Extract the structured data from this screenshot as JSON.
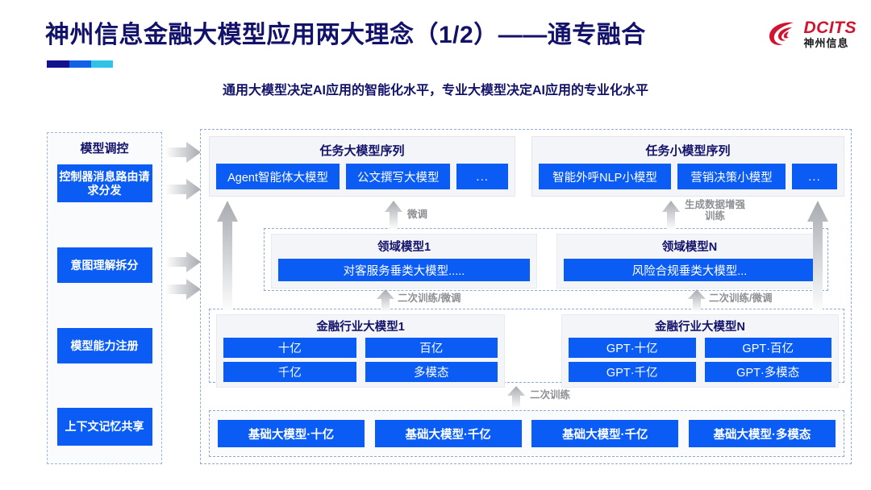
{
  "header": {
    "title": "神州信息金融大模型应用两大理念（1/2）——通专融合",
    "subtitle": "通用大模型决定AI应用的智能化水平，专业大模型决定AI应用的专业化水平",
    "logo_en": "DCITS",
    "logo_cn": "神州信息",
    "accent_colors": [
      "#12128f",
      "#1262e8",
      "#2ec4e8"
    ],
    "title_color": "#13126b"
  },
  "sidebar": {
    "title": "模型调控",
    "items": [
      {
        "label": "控制器消息路由请求分发"
      },
      {
        "label": "意图理解拆分"
      },
      {
        "label": "模型能力注册"
      },
      {
        "label": "上下文记忆共享"
      }
    ]
  },
  "task_series": [
    {
      "title": "任务大模型序列",
      "chips": [
        "Agent智能体大模型",
        "公文撰写大模型",
        "..."
      ]
    },
    {
      "title": "任务小模型序列",
      "chips": [
        "智能外呼NLP小模型",
        "营销决策小模型",
        "..."
      ]
    }
  ],
  "domain_models": [
    {
      "title": "领域模型1",
      "chip": "对客服务垂类大模型....."
    },
    {
      "title": "领域模型N",
      "chip": "风险合规垂类大模型..."
    }
  ],
  "industry_models": [
    {
      "title": "金融行业大模型1",
      "chips": [
        "十亿",
        "百亿",
        "千亿",
        "多模态"
      ]
    },
    {
      "title": "金融行业大模型N",
      "chips": [
        "GPT·十亿",
        "GPT·百亿",
        "GPT·千亿",
        "GPT·多模态"
      ]
    }
  ],
  "base_models": [
    "基础大模型·十亿",
    "基础大模型·千亿",
    "基础大模型·千亿",
    "基础大模型·多模态"
  ],
  "arrow_labels": {
    "fine_tune": "微调",
    "data_aug": "生成数据增强\n训练",
    "data_aug_l1": "生成数据增强",
    "data_aug_l2": "训练",
    "retrain_tune_left": "二次训练/微调",
    "retrain_tune_right": "二次训练/微调",
    "retrain": "二次训练"
  },
  "colors": {
    "chip_blue": "#0a5cf5",
    "heading_navy": "#13126b",
    "dashed_border": "#8fa8d8",
    "arrow_gray": "#b9bcc1"
  }
}
